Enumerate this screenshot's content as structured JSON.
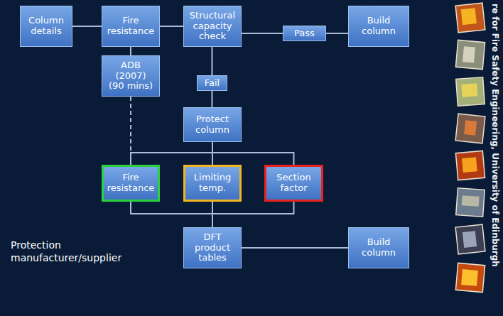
{
  "diagram": {
    "nodes": [
      {
        "text": [
          "Column details"
        ]
      },
      {
        "text": [
          "Fire resistance"
        ]
      },
      {
        "text": [
          "Structural capacity check"
        ]
      },
      {
        "text": [
          "Pass"
        ]
      },
      {
        "text": [
          "Build column"
        ]
      },
      {
        "text": [
          "ADB (2007) (90 mins)"
        ]
      },
      {
        "text": [
          "Fail"
        ]
      },
      {
        "text": [
          "Protect column"
        ]
      },
      {
        "text": [
          "Fire resistance"
        ]
      },
      {
        "text": [
          "Limiting temp."
        ]
      },
      {
        "text": [
          "Section factor"
        ]
      },
      {
        "text": [
          "DFT product tables"
        ]
      },
      {
        "text": [
          "Build column"
        ]
      }
    ],
    "edges": [
      {
        "from": 0,
        "to": 1,
        "arrow": "none"
      },
      {
        "from": 1,
        "to": 2,
        "arrow": "none"
      },
      {
        "from": 2,
        "to": 3,
        "arrow": "none"
      },
      {
        "from": 3,
        "to": 4,
        "arrow": "none"
      },
      {
        "from": 1,
        "to": 5,
        "arrow": "none"
      },
      {
        "from": 2,
        "to": 6,
        "arrow": "none"
      },
      {
        "from": 6,
        "to": 7,
        "arrow": "none"
      },
      {
        "from": 5,
        "to": 8,
        "arrow": "none"
      },
      {
        "from": 7,
        "to": 8,
        "arrow": "none"
      },
      {
        "from": 7,
        "to": 9,
        "arrow": "none"
      },
      {
        "from": 7,
        "to": 10,
        "arrow": "none"
      },
      {
        "from": 8,
        "to": 11,
        "arrow": "none"
      },
      {
        "from": 9,
        "to": 11,
        "arrow": "none"
      },
      {
        "from": 10,
        "to": 11,
        "arrow": "none"
      },
      {
        "from": 11,
        "to": 12,
        "arrow": "none"
      }
    ],
    "labels": [
      "Protection manufacturer/supplier",
      "re for Fire Safety Engineering, University of Edinburgh"
    ]
  }
}
